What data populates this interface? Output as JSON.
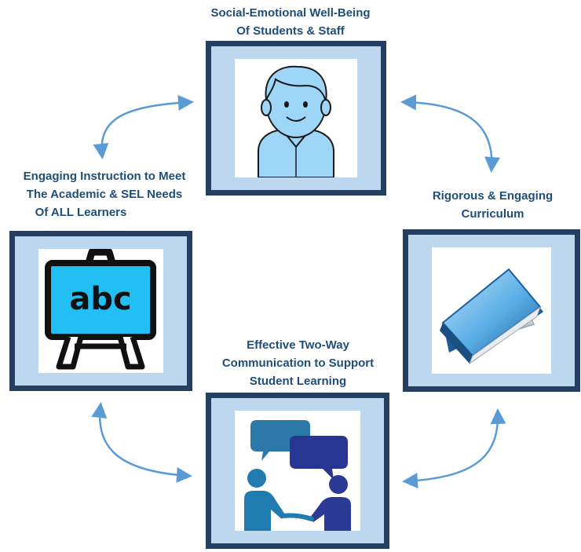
{
  "nodes": {
    "top": {
      "lines": [
        "Social-Emotional Well-Being",
        "Of Students & Staff"
      ],
      "icon": "student-icon"
    },
    "left": {
      "lines": [
        "Engaging Instruction to Meet",
        "The Academic & SEL Needs",
        "Of ALL Learners"
      ],
      "icon": "chalkboard-icon",
      "board_text": "abc"
    },
    "right": {
      "lines": [
        "Rigorous & Engaging",
        "Curriculum"
      ],
      "icon": "book-icon"
    },
    "bottom": {
      "lines": [
        "Effective Two-Way",
        "Communication to Support",
        "Student Learning"
      ],
      "icon": "conversation-icon"
    }
  },
  "colors": {
    "frame_border": "#243f60",
    "frame_fill": "#bdd7ee",
    "label_text": "#1f4e79",
    "arrow": "#5b9bd5",
    "student_fill": "#9dd6f7",
    "board_fill": "#22bff5",
    "book_blue": "#2e86c8",
    "bubble_teal": "#2a79a8",
    "bubble_navy": "#283593",
    "person_teal": "#1f7bb0",
    "person_navy": "#2c3a96"
  },
  "arrows": [
    {
      "from": "left",
      "to": "top",
      "style": "double-headed"
    },
    {
      "from": "top",
      "to": "right",
      "style": "double-headed"
    },
    {
      "from": "left",
      "to": "bottom",
      "style": "double-headed"
    },
    {
      "from": "bottom",
      "to": "right",
      "style": "double-headed"
    }
  ]
}
